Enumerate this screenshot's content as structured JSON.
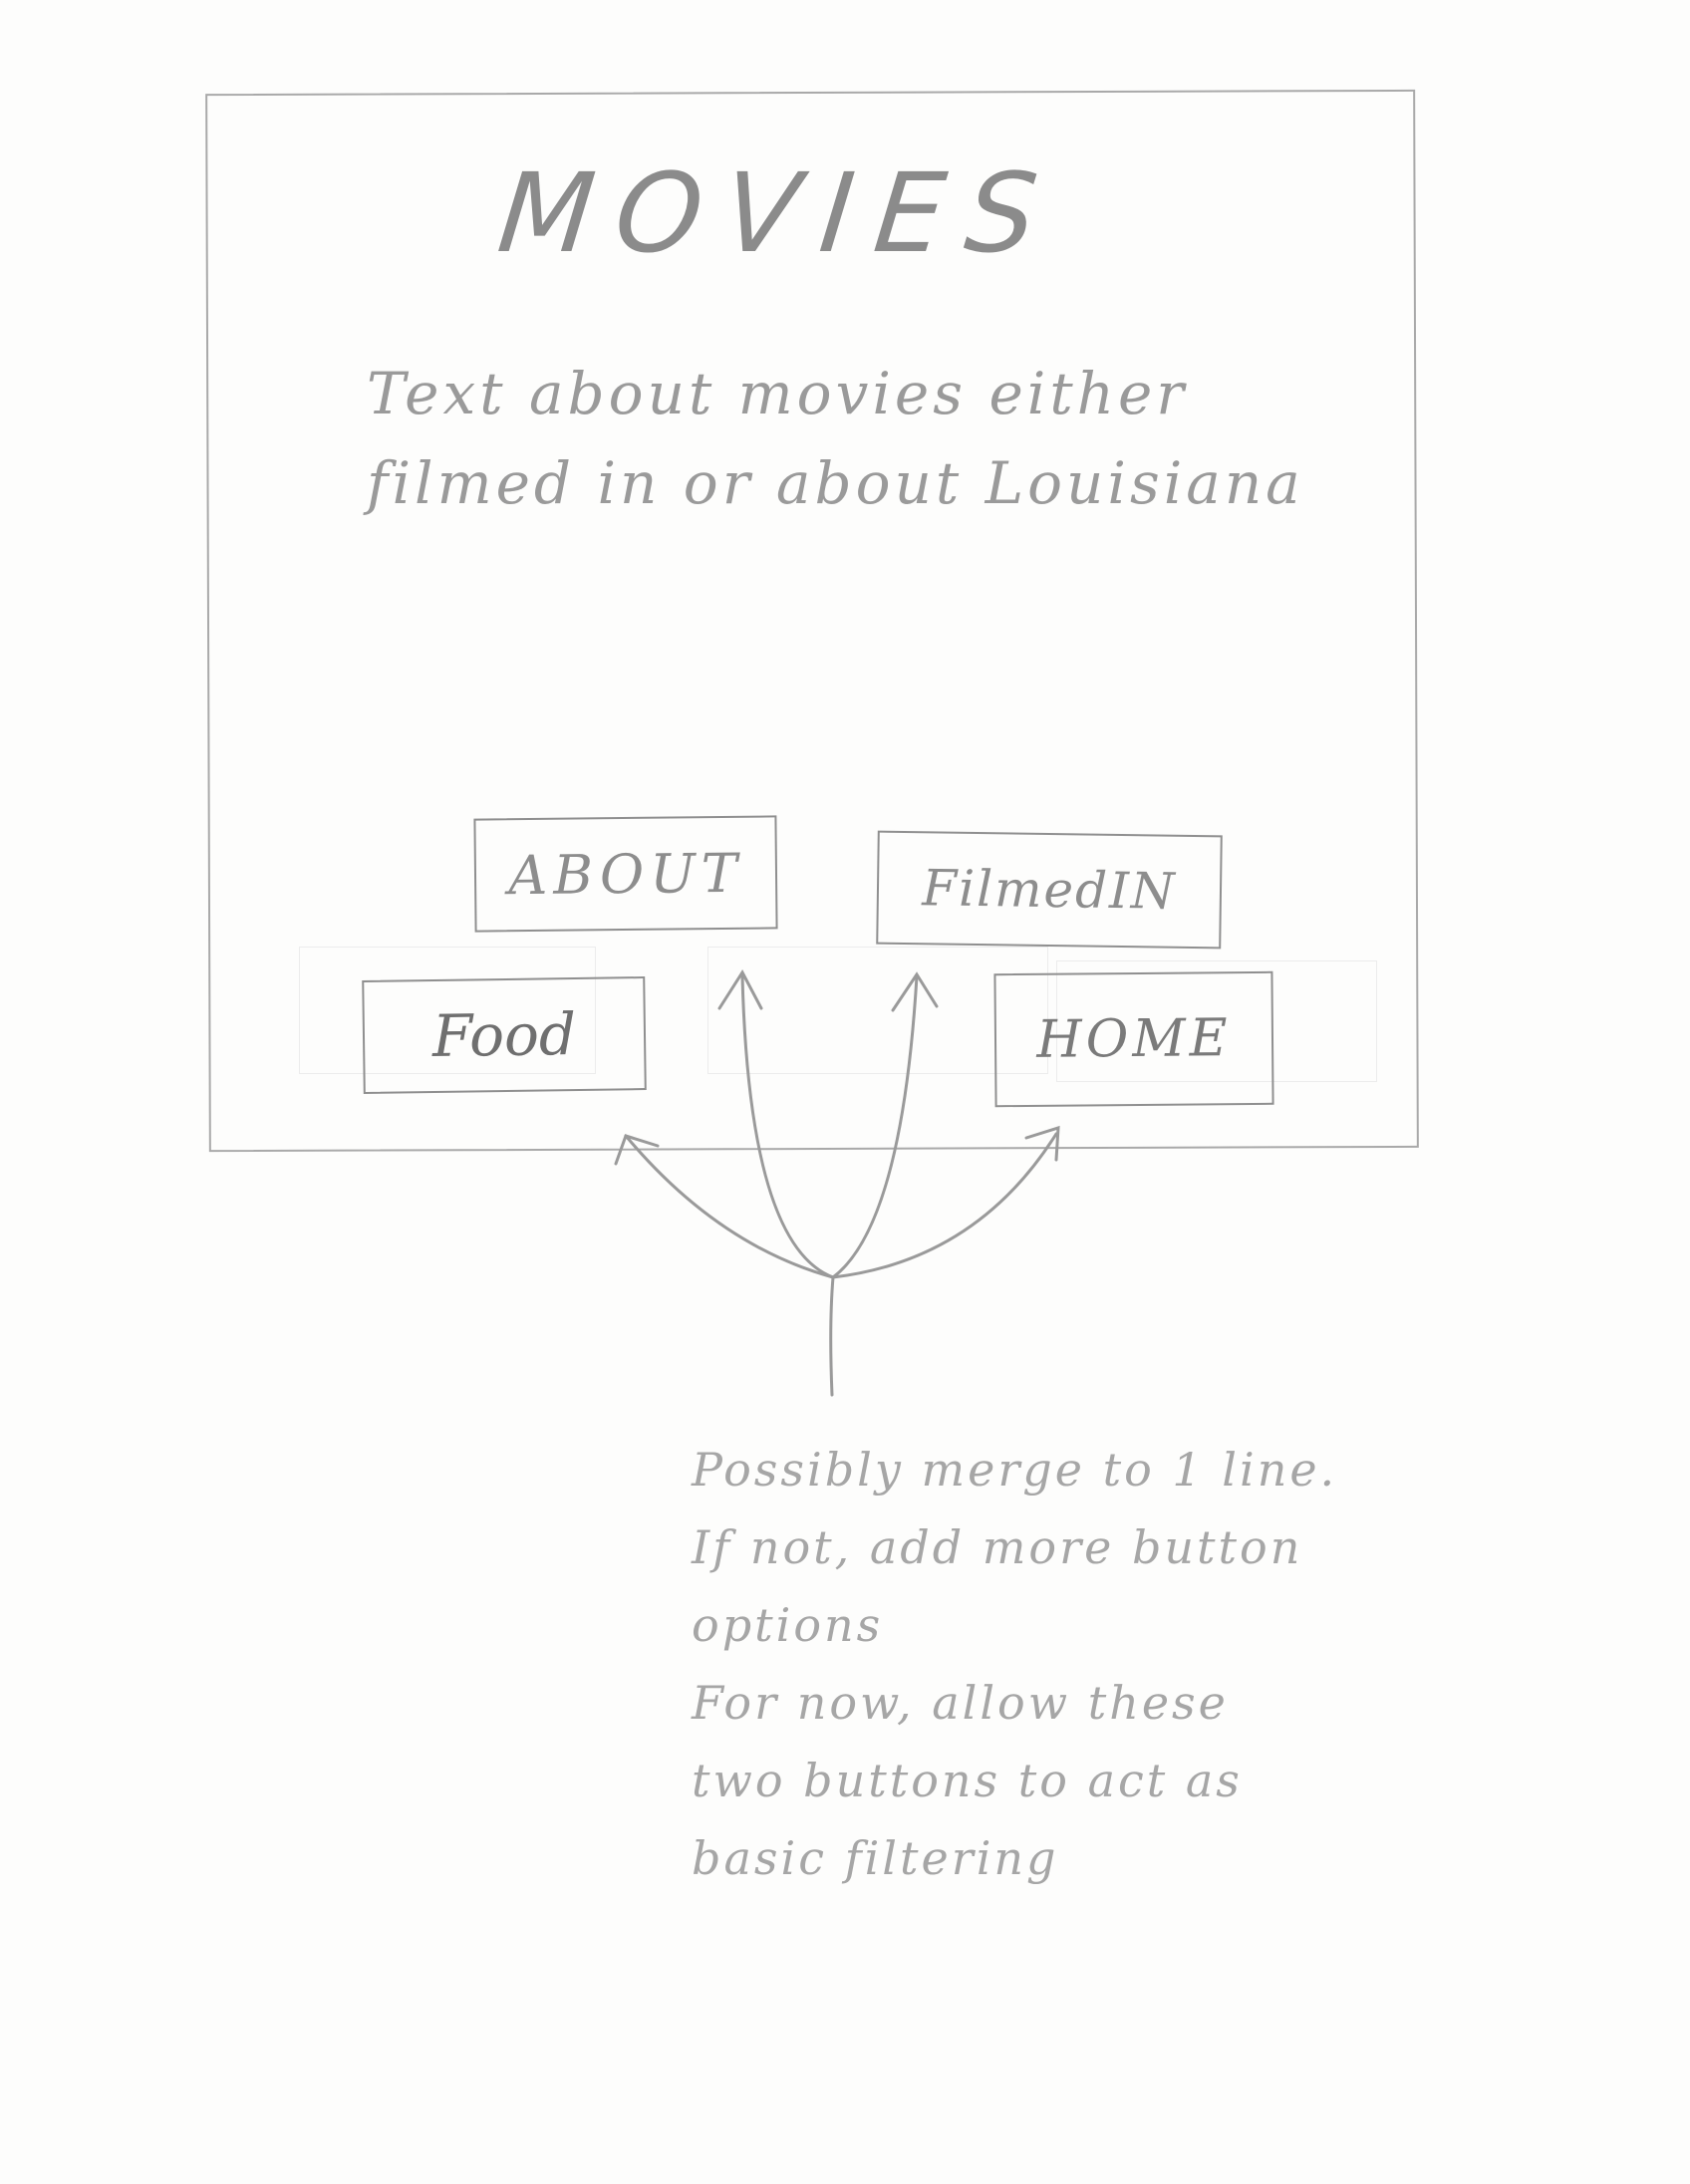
{
  "sketch": {
    "title": "MOVIES",
    "description_lines": [
      "Text about movies either",
      "filmed in or about Louisiana"
    ],
    "buttons": {
      "about": "ABOUT",
      "filmed_in": "FilmedIN",
      "food": "Food",
      "home": "HOME"
    },
    "annotation_lines": [
      "Possibly merge to 1 line.",
      "If not, add more button",
      "options",
      "For now, allow these",
      "two buttons to act as",
      "basic filtering"
    ]
  },
  "colors": {
    "pencil": "#9a9a9a",
    "paper": "#fdfdfc"
  }
}
